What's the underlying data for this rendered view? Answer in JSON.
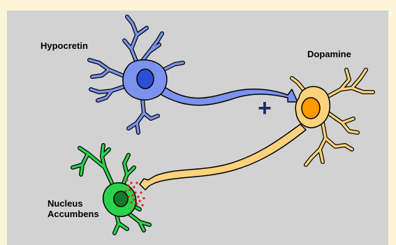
{
  "labels": {
    "hypocretin": "Hypocretin",
    "dopamine": "Dopamine",
    "nucleus_accumbens_line1": "Nucleus",
    "nucleus_accumbens_line2": "Accumbens"
  },
  "connector": {
    "symbol": "+"
  },
  "colors": {
    "background": "#fdf5d7",
    "panel": "#d2d2d2",
    "hypocretin_neuron": "#7b93ee",
    "hypocretin_nucleus": "#2d4fd6",
    "dopamine_neuron": "#fcd27c",
    "dopamine_nucleus": "#ff9a00",
    "accumbens_neuron": "#2bd24b",
    "accumbens_nucleus": "#167a2a",
    "neurotransmitter_dots": "#e11f1f",
    "plus": "#1f2f66"
  }
}
